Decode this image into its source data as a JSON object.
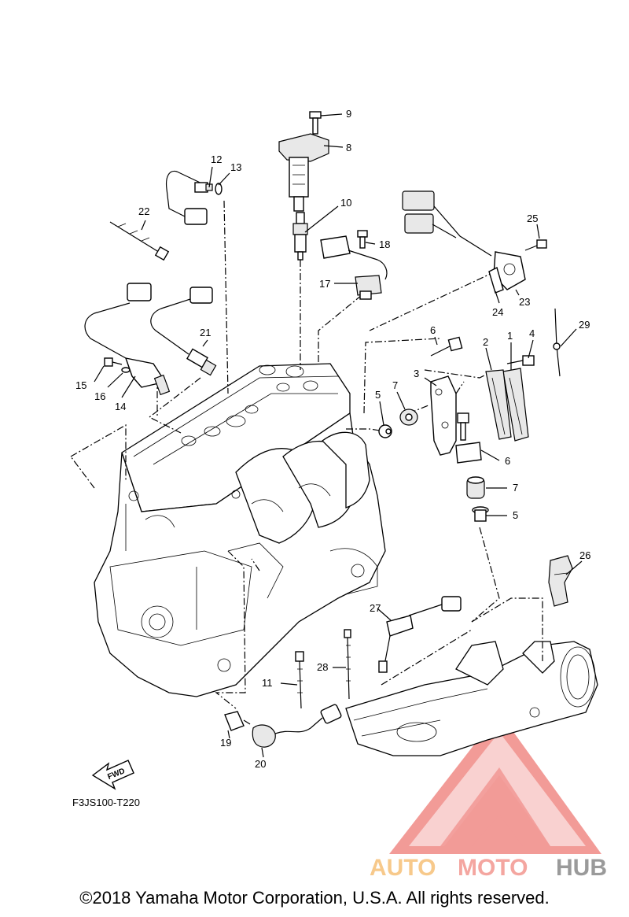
{
  "diagram": {
    "part_numbers": [
      "1",
      "2",
      "3",
      "4",
      "5",
      "5",
      "6",
      "6",
      "7",
      "7",
      "8",
      "9",
      "10",
      "11",
      "12",
      "13",
      "14",
      "15",
      "16",
      "17",
      "18",
      "19",
      "20",
      "21",
      "22",
      "23",
      "24",
      "25",
      "26",
      "27",
      "28",
      "29"
    ],
    "fwd_label": "FWD",
    "figure_code": "F3JS100-T220"
  },
  "watermark": {
    "brand_auto": "AUTO",
    "brand_moto": "MOTO",
    "brand_hub": "HUB",
    "colors": {
      "auto": "#f7c98b",
      "moto": "#f4a6a0",
      "hub": "#9a9a9a",
      "logo": "#f08a86"
    }
  },
  "footer": {
    "copyright": "©2018 Yamaha Motor Corporation, U.S.A. All rights reserved."
  }
}
